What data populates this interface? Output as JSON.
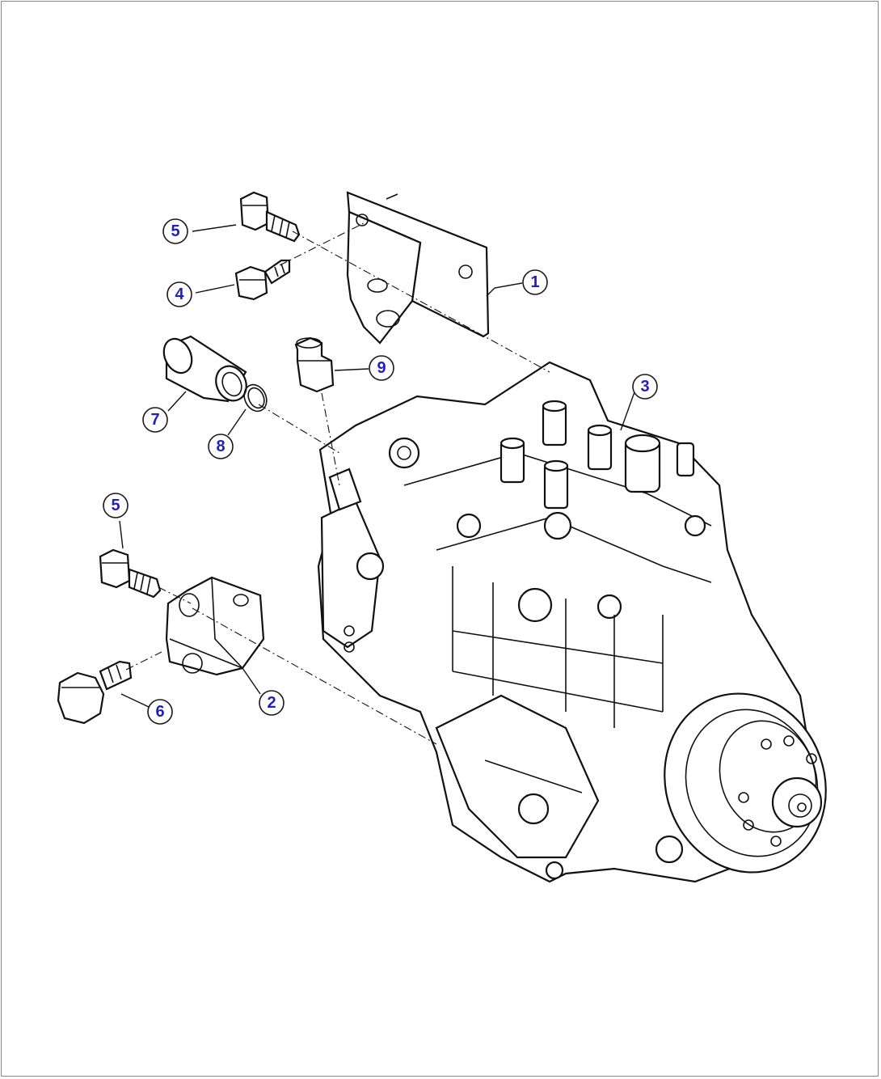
{
  "callouts": [
    {
      "id": "c1",
      "label": "1"
    },
    {
      "id": "c2",
      "label": "2"
    },
    {
      "id": "c3",
      "label": "3"
    },
    {
      "id": "c4",
      "label": "4"
    },
    {
      "id": "c5a",
      "label": "5"
    },
    {
      "id": "c5b",
      "label": "5"
    },
    {
      "id": "c6",
      "label": "6"
    },
    {
      "id": "c7",
      "label": "7"
    },
    {
      "id": "c8",
      "label": "8"
    },
    {
      "id": "c9",
      "label": "9"
    }
  ],
  "colors": {
    "callout_text": "#1f1fbf",
    "line": "#111111",
    "border": "#8a8a8a"
  }
}
